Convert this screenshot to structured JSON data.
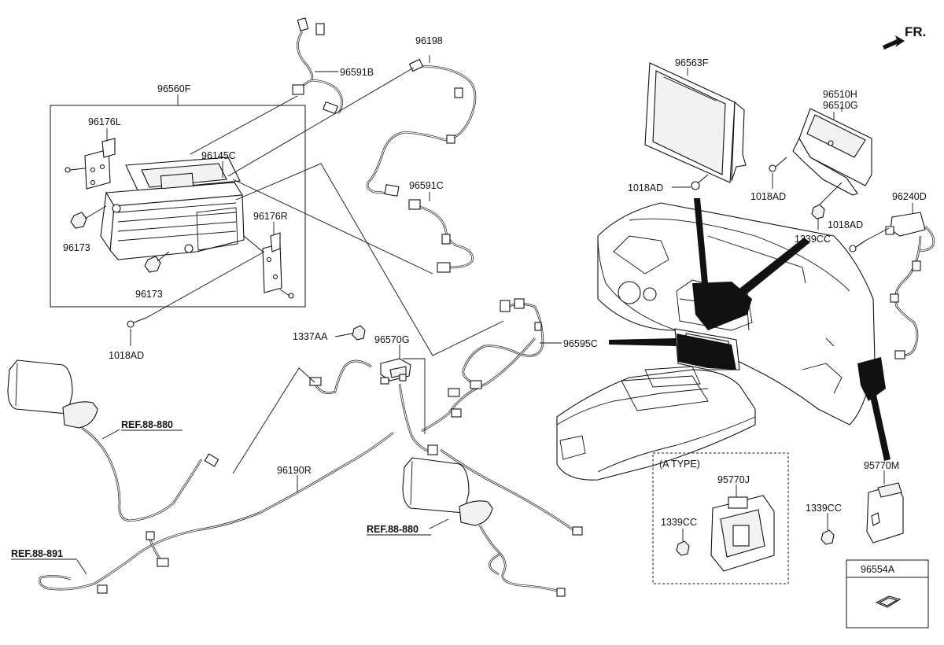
{
  "orientation": {
    "label": "FR."
  },
  "labels": {
    "p96198": "96198",
    "p96591B": "96591B",
    "p96560F": "96560F",
    "p96176L": "96176L",
    "p96145C": "96145C",
    "p96173a": "96173",
    "p96173b": "96173",
    "p96176R": "96176R",
    "p1018AD_a": "1018AD",
    "p96591C": "96591C",
    "p1337AA": "1337AA",
    "p96570G": "96570G",
    "p96595C": "96595C",
    "p96190R": "96190R",
    "p96563F": "96563F",
    "p1018AD_b": "1018AD",
    "p96510H": "96510H",
    "p96510G": "96510G",
    "p1018AD_c": "1018AD",
    "p1339CC_a": "1339CC",
    "p96240D": "96240D",
    "p1018AD_d": "1018AD",
    "pAType": "(A TYPE)",
    "p95770J": "95770J",
    "p1339CC_b": "1339CC",
    "p95770M": "95770M",
    "p1339CC_c": "1339CC",
    "p96554A": "96554A"
  },
  "refs": {
    "ref1": "REF.88-880",
    "ref2": "REF.88-880",
    "ref3": "REF.88-891"
  }
}
